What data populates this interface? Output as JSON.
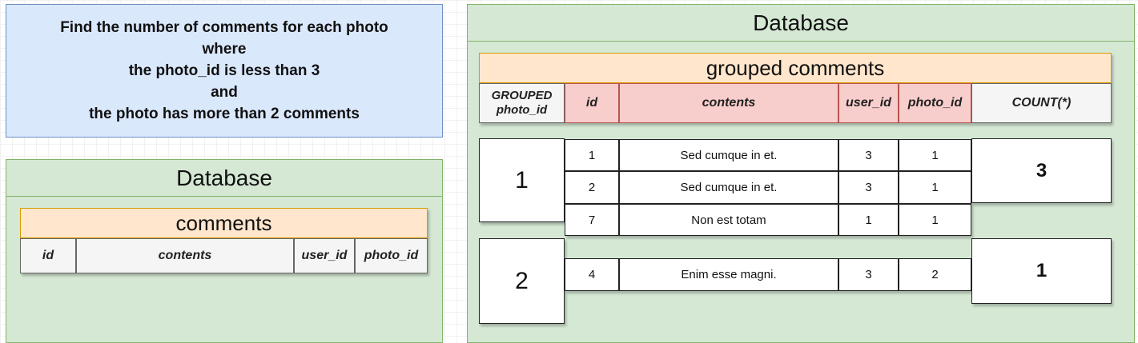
{
  "question": {
    "text": "Find the number of comments for each photo\nwhere\nthe photo_id is less than 3\nand\nthe photo has more than 2 comments"
  },
  "left_db": {
    "title": "Database",
    "table_title": "comments",
    "columns": [
      "id",
      "contents",
      "user_id",
      "photo_id"
    ]
  },
  "right_db": {
    "title": "Database",
    "table_title": "grouped comments",
    "columns": [
      "GROUPED\nphoto_id",
      "id",
      "contents",
      "user_id",
      "photo_id",
      "COUNT(*)"
    ],
    "rows": [
      {
        "id": "1",
        "contents": "Sed cumque in et.",
        "user_id": "3",
        "photo_id": "1"
      },
      {
        "id": "2",
        "contents": "Sed cumque in et.",
        "user_id": "3",
        "photo_id": "1"
      },
      {
        "id": "7",
        "contents": "Non est totam",
        "user_id": "1",
        "photo_id": "1"
      },
      {
        "id": "4",
        "contents": "Enim esse magni.",
        "user_id": "3",
        "photo_id": "2"
      }
    ],
    "groups": [
      {
        "photo_id": "1",
        "count": "3"
      },
      {
        "photo_id": "2",
        "count": "1"
      }
    ]
  },
  "colors": {
    "question_fill": "#dae8fc",
    "db_fill": "#d5e8d4",
    "table_title_fill": "#ffe6cc",
    "grouped_header_fill": "#f8cecc"
  }
}
